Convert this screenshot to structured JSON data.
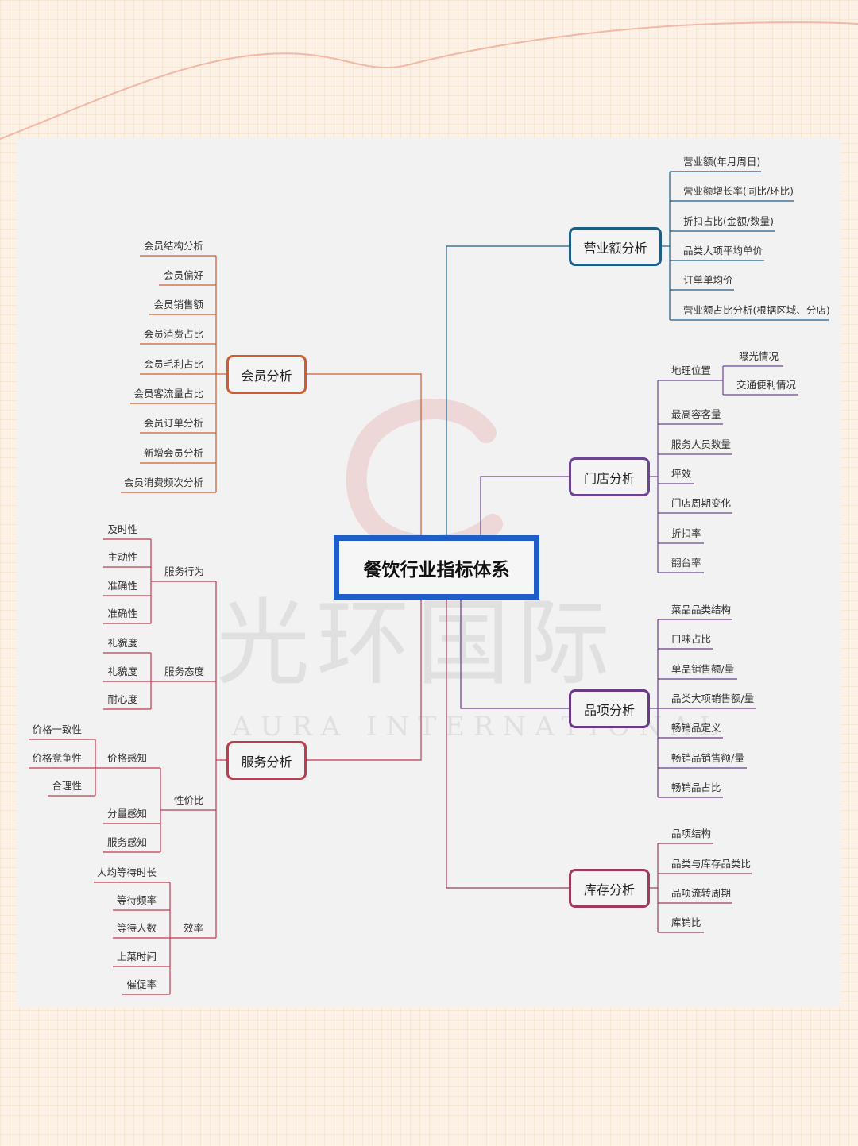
{
  "title": "餐饮行业指标体系",
  "watermark": {
    "chinese": "光环国际",
    "english": "AURA INTERNATIONAL"
  },
  "colors": {
    "revenue": "#1d5d86",
    "member": "#cf5b30",
    "store": "#6b4592",
    "item": "#6b3a86",
    "service": "#c23a4d",
    "inventory": "#a03a5c",
    "root": "#1f5ec9"
  },
  "revenue": {
    "title": "营业额分析",
    "items": [
      "营业额(年月周日)",
      "营业额增长率(同比/环比)",
      "折扣占比(金额/数量)",
      "品类大项平均单价",
      "订单单均价",
      "营业额占比分析(根据区域、分店)"
    ]
  },
  "member": {
    "title": "会员分析",
    "items": [
      "会员结构分析",
      "会员偏好",
      "会员销售额",
      "会员消费占比",
      "会员毛利占比",
      "会员客流量占比",
      "会员订单分析",
      "新增会员分析",
      "会员消费频次分析"
    ]
  },
  "store": {
    "title": "门店分析",
    "location": {
      "label": "地理位置",
      "items": [
        "曝光情况",
        "交通便利情况"
      ]
    },
    "items": [
      "最高容客量",
      "服务人员数量",
      "坪效",
      "门店周期变化",
      "折扣率",
      "翻台率"
    ]
  },
  "item": {
    "title": "品项分析",
    "items": [
      "菜品品类结构",
      "口味占比",
      "单品销售额/量",
      "品类大项销售额/量",
      "畅销品定义",
      "畅销品销售额/量",
      "畅销品占比"
    ]
  },
  "inventory": {
    "title": "库存分析",
    "items": [
      "品项结构",
      "品类与库存品类比",
      "品项流转周期",
      "库销比"
    ]
  },
  "service": {
    "title": "服务分析",
    "behavior": {
      "label": "服务行为",
      "items": [
        "及时性",
        "主动性",
        "准确性",
        "准确性"
      ]
    },
    "attitude": {
      "label": "服务态度",
      "items": [
        "礼貌度",
        "礼貌度",
        "耐心度"
      ]
    },
    "value": {
      "label": "性价比",
      "price": {
        "label": "价格感知",
        "items": [
          "价格一致性",
          "价格竞争性",
          "合理性"
        ]
      },
      "portion": "分量感知",
      "service": "服务感知"
    },
    "efficiency": {
      "label": "效率",
      "items": [
        "人均等待时长",
        "等待频率",
        "等待人数",
        "上菜时间",
        "催促率"
      ]
    }
  }
}
